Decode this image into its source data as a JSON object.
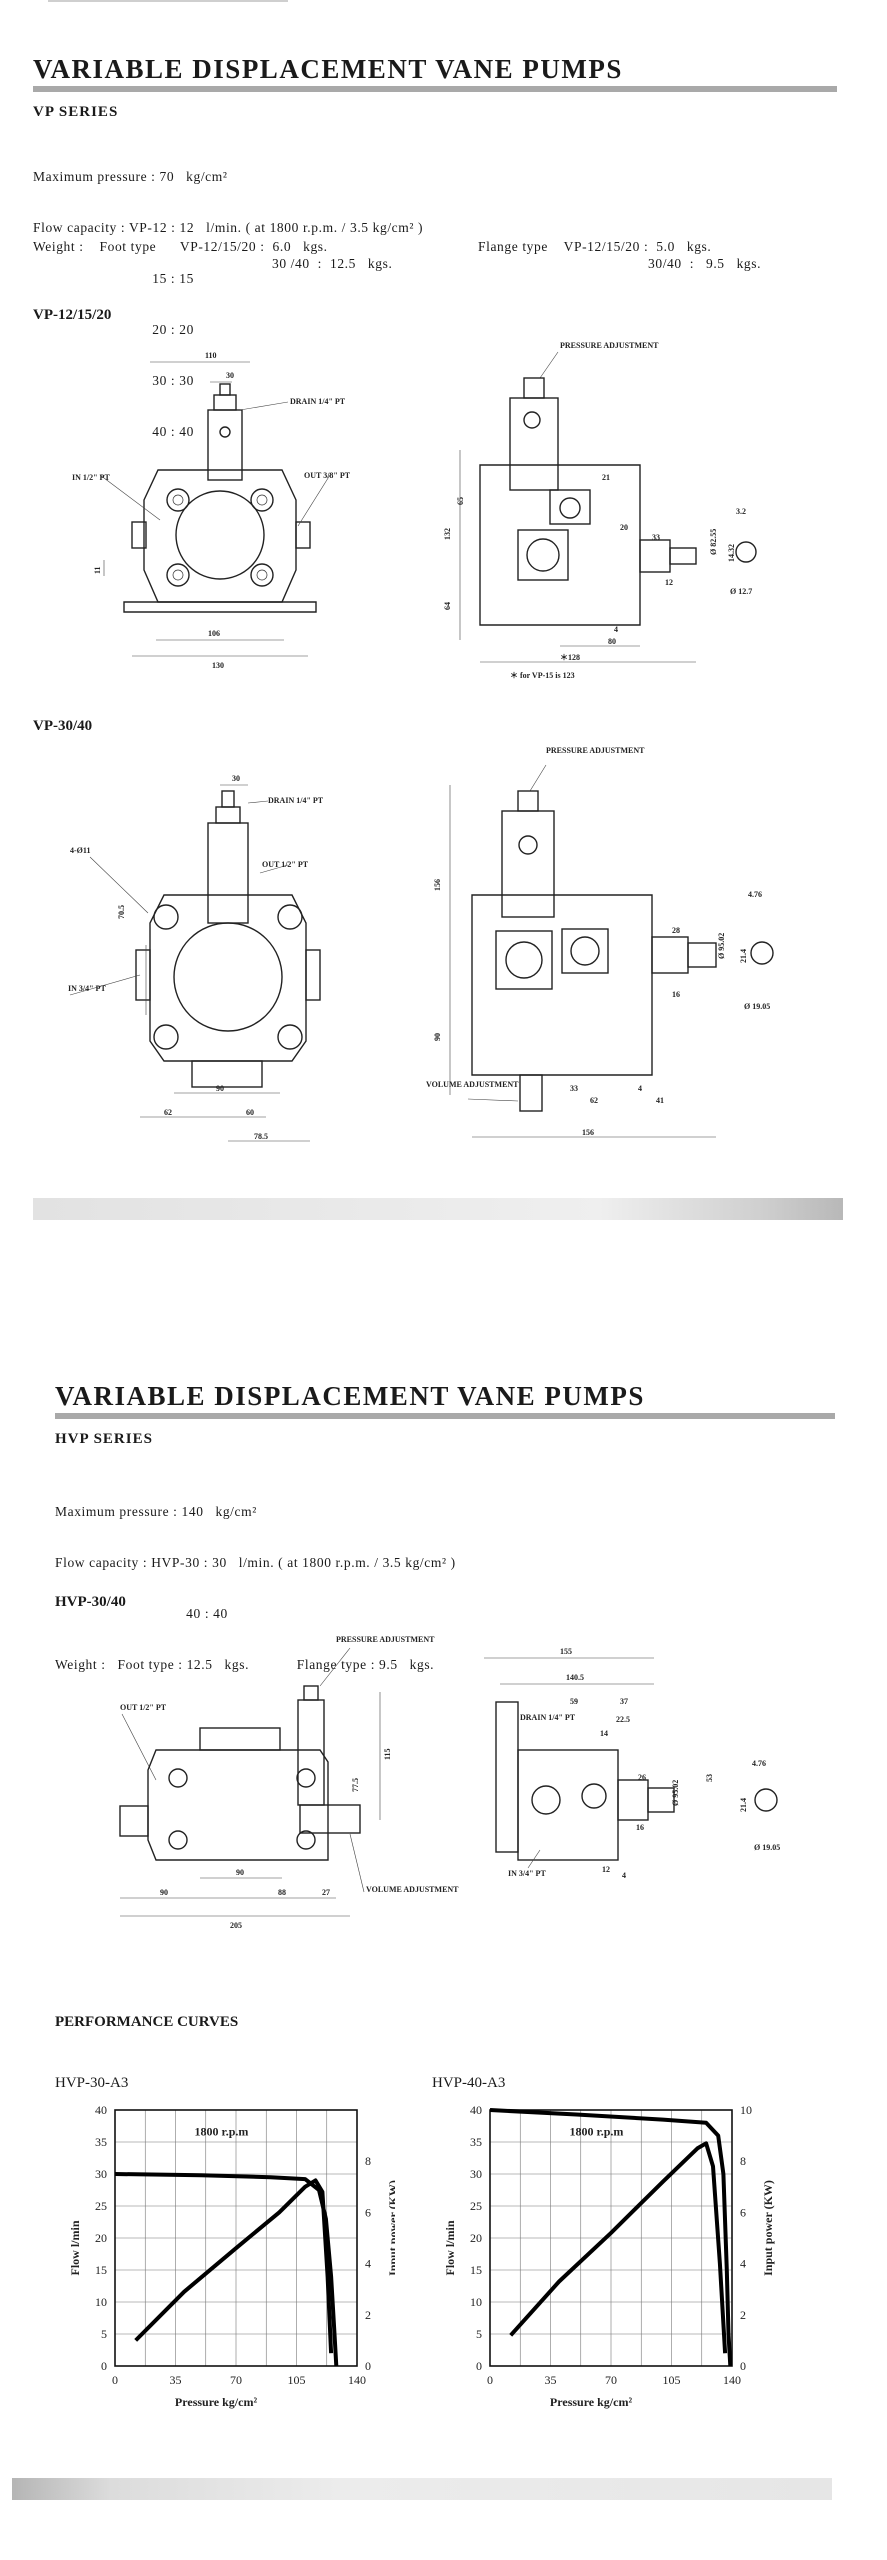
{
  "vp": {
    "title": "VARIABLE  DISPLACEMENT  VANE  PUMPS",
    "series": "VP  SERIES",
    "lines": [
      "Maximum pressure : 70   kg/cm²",
      "Flow capacity : VP-12 : 12   l/min. ( at 1800 r.p.m. / 3.5 kg/cm² )",
      "                              15 : 15",
      "                              20 : 20",
      "                              30 : 30",
      "                              40 : 40"
    ],
    "weight_foot": "Weight :    Foot type      VP-12/15/20 :  6.0   kgs.",
    "weight_foot2": "30 /40  :  12.5   kgs.",
    "weight_flange": "Flange type    VP-12/15/20 :  5.0   kgs.",
    "weight_flange2": "30/40  :   9.5   kgs.",
    "model_a": "VP-12/15/20",
    "model_b": "VP-30/40",
    "labels_a": {
      "w110": "110",
      "w30": "30",
      "drain": "DRAIN 1/4\" PT",
      "in": "IN 1/2\" PT",
      "out": "OUT 3/8\" PT",
      "d11": "11",
      "w106": "106",
      "w130": "130",
      "pressure": "PRESSURE\nADJUSTMENT",
      "h132": "132",
      "h65": "65",
      "h64": "64",
      "d21": "21",
      "d20": "20",
      "d33": "33",
      "d12": "12",
      "d4": "4",
      "d80": "80",
      "d128": "＊128",
      "note": "＊ for VP-15  is  123",
      "bore": "Ø 82.55",
      "key32": "3.2",
      "key1432": "14.32",
      "shaft127": "Ø 12.7"
    },
    "labels_b": {
      "w30": "30",
      "drain": "DRAIN 1/4\" PT",
      "holes": "4-Ø11",
      "out": "OUT 1/2\" PT",
      "in": "IN 3/4\" PT",
      "h705": "70.5",
      "w90": "90",
      "w62": "62",
      "w60": "60",
      "w785": "78.5",
      "pressure": "PRESSURE\nADJUSTMENT",
      "h156": "156",
      "h90": "90",
      "d28": "28",
      "d16": "16",
      "d33": "33",
      "d4": "4",
      "d62": "62",
      "d41": "41",
      "w156": "156",
      "volume": "VOLUME\nADJUSTMENT",
      "bore": "Ø 95.02",
      "key476": "4.76",
      "key214": "21.4",
      "shaft1905": "Ø 19.05"
    }
  },
  "hvp": {
    "title": "VARIABLE  DISPLACEMENT  VANE  PUMPS",
    "series": "HVP  SERIES",
    "lines": [
      "Maximum pressure : 140   kg/cm²",
      "Flow capacity : HVP-30 : 30   l/min. ( at 1800 r.p.m. / 3.5 kg/cm² )",
      "                                 40 : 40",
      "Weight :   Foot type : 12.5   kgs.            Flange type : 9.5   kgs."
    ],
    "model": "HVP-30/40",
    "labels": {
      "out": "OUT 1/2\" PT",
      "pressure": "PRESSURE\nADJUSTMENT",
      "h115": "115",
      "h775": "77.5",
      "volume": "VOLUME\nADJUSTMENT",
      "w90a": "90",
      "w90b": "90",
      "w88": "88",
      "w27": "27",
      "w205": "205",
      "w155": "155",
      "w1405": "140.5",
      "w59": "59",
      "w37": "37",
      "drain": "DRAIN\n1/4\" PT",
      "w225": "22.5",
      "w14": "14",
      "w26": "26",
      "w16": "16",
      "bore": "Ø 95.02",
      "h53": "53",
      "w12": "12",
      "w4": "4",
      "in": "IN 3/4\" PT",
      "key476": "4.76",
      "key214": "21.4",
      "shaft1905": "Ø 19.05"
    },
    "perf_title": "PERFORMANCE CURVES"
  },
  "chart_data": [
    {
      "type": "line",
      "title": "HVP-30-A3",
      "annotation": "1800 r.p.m",
      "xlabel": "Pressure  kg/cm²",
      "ylabel": "Flow   l/min",
      "y2label": "Input power (KW)",
      "x_ticks": [
        "0",
        "35",
        "70",
        "105",
        "140"
      ],
      "y_ticks": [
        "0",
        "5",
        "10",
        "15",
        "20",
        "25",
        "30",
        "35",
        "40"
      ],
      "y2_ticks": [
        "0",
        "2",
        "4",
        "6",
        "8"
      ],
      "xlim": [
        0,
        140
      ],
      "ylim": [
        0,
        40
      ],
      "y2lim": [
        0,
        10
      ],
      "grid": true,
      "series": [
        {
          "name": "flow",
          "axis": "left",
          "points": [
            [
              0,
              30
            ],
            [
              50,
              29.8
            ],
            [
              90,
              29.5
            ],
            [
              110,
              29.2
            ],
            [
              118,
              27.5
            ],
            [
              122,
              23
            ],
            [
              125,
              14
            ],
            [
              127,
              5
            ],
            [
              128,
              0
            ]
          ]
        },
        {
          "name": "power",
          "axis": "right",
          "points": [
            [
              12,
              1.0
            ],
            [
              40,
              2.9
            ],
            [
              70,
              4.6
            ],
            [
              95,
              6.0
            ],
            [
              110,
              7.0
            ],
            [
              116,
              7.25
            ],
            [
              120,
              6.8
            ],
            [
              123,
              3.5
            ],
            [
              125,
              0.5
            ]
          ]
        }
      ]
    },
    {
      "type": "line",
      "title": "HVP-40-A3",
      "annotation": "1800 r.p.m",
      "xlabel": "Pressure  kg/cm²",
      "ylabel": "Flow   l/min",
      "y2label": "Input power (KW)",
      "x_ticks": [
        "0",
        "35",
        "70",
        "105",
        "140"
      ],
      "y_ticks": [
        "0",
        "5",
        "10",
        "15",
        "20",
        "25",
        "30",
        "35",
        "40"
      ],
      "y2_ticks": [
        "0",
        "2",
        "4",
        "6",
        "8",
        "10"
      ],
      "xlim": [
        0,
        140
      ],
      "ylim": [
        0,
        40
      ],
      "y2lim": [
        0,
        10
      ],
      "grid": true,
      "series": [
        {
          "name": "flow",
          "axis": "left",
          "points": [
            [
              0,
              40
            ],
            [
              50,
              39.3
            ],
            [
              100,
              38.5
            ],
            [
              125,
              38
            ],
            [
              132,
              36
            ],
            [
              135,
              30
            ],
            [
              137,
              15
            ],
            [
              138,
              5
            ],
            [
              139,
              0
            ]
          ]
        },
        {
          "name": "power",
          "axis": "right",
          "points": [
            [
              12,
              1.2
            ],
            [
              40,
              3.3
            ],
            [
              70,
              5.2
            ],
            [
              100,
              7.2
            ],
            [
              120,
              8.5
            ],
            [
              125,
              8.7
            ],
            [
              129,
              7.8
            ],
            [
              133,
              4
            ],
            [
              136,
              0.5
            ]
          ]
        }
      ]
    }
  ]
}
